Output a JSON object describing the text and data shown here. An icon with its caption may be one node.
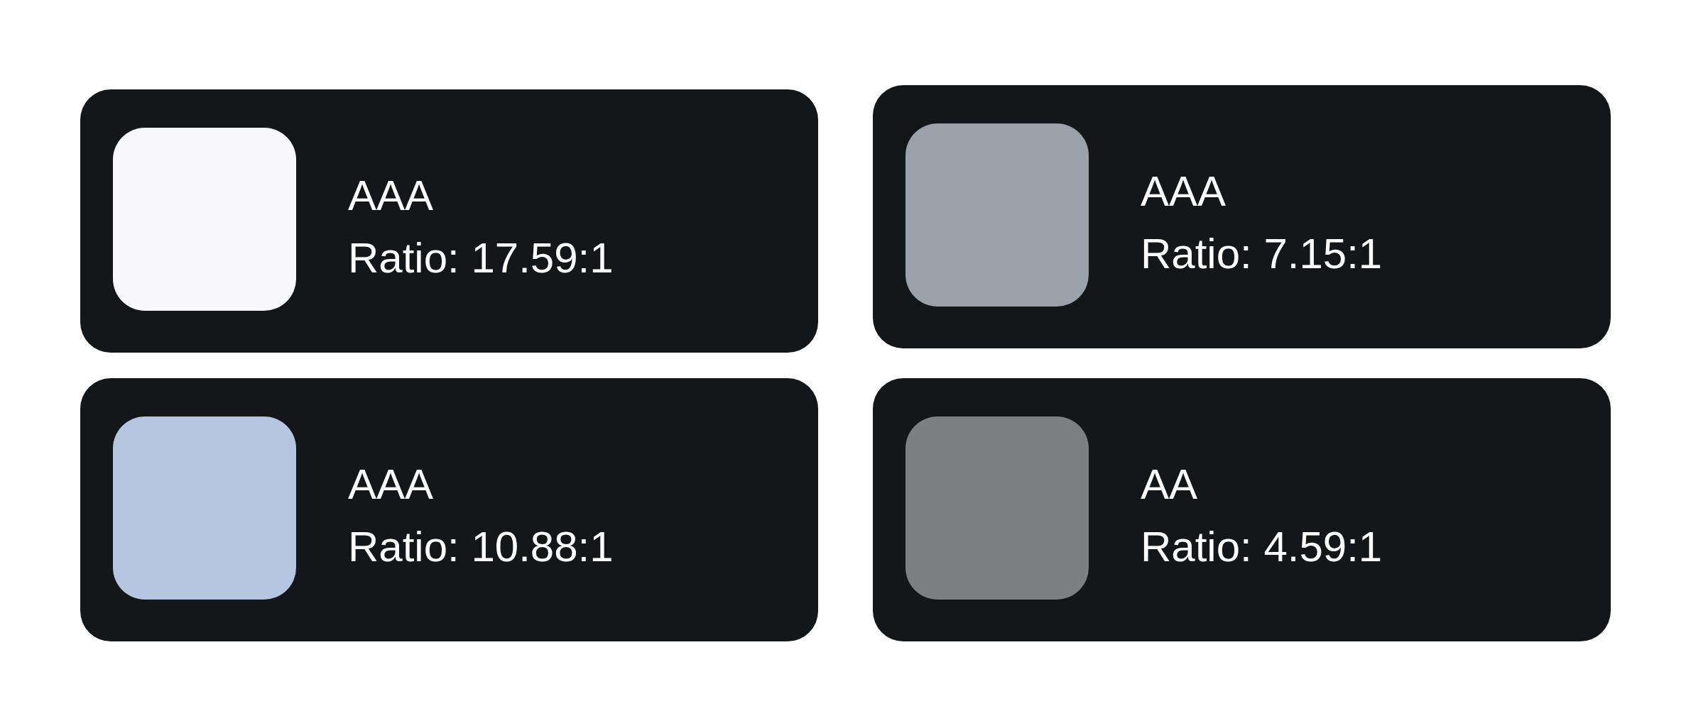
{
  "diagram": {
    "nodes": [
      {
        "text": [
          "AAA",
          "Ratio: 17.59:1"
        ]
      },
      {
        "text": [
          "AAA",
          "Ratio: 7.15:1"
        ]
      },
      {
        "text": [
          "AAA",
          "Ratio: 10.88:1"
        ]
      },
      {
        "text": [
          "AA",
          "Ratio: 4.59:1"
        ]
      }
    ]
  }
}
